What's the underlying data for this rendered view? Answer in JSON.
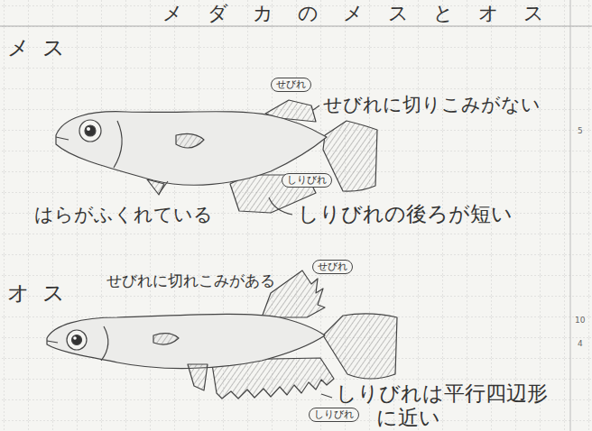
{
  "diagram": {
    "title": "メダカのメスとオス",
    "nodes": [
      {
        "text": [
          "せびれ"
        ]
      },
      {
        "text": [
          "しりびれ"
        ]
      },
      {
        "text": [
          "せびれ"
        ]
      },
      {
        "text": [
          "しりびれ"
        ]
      }
    ],
    "labels": [
      "メス",
      "せびれに切りこみがない",
      "はらがふくれている",
      "しりびれの後ろが短い",
      "オス",
      "せびれに切れこみがある",
      "しりびれは平行四辺形に近い",
      "5",
      "10",
      "4"
    ]
  }
}
